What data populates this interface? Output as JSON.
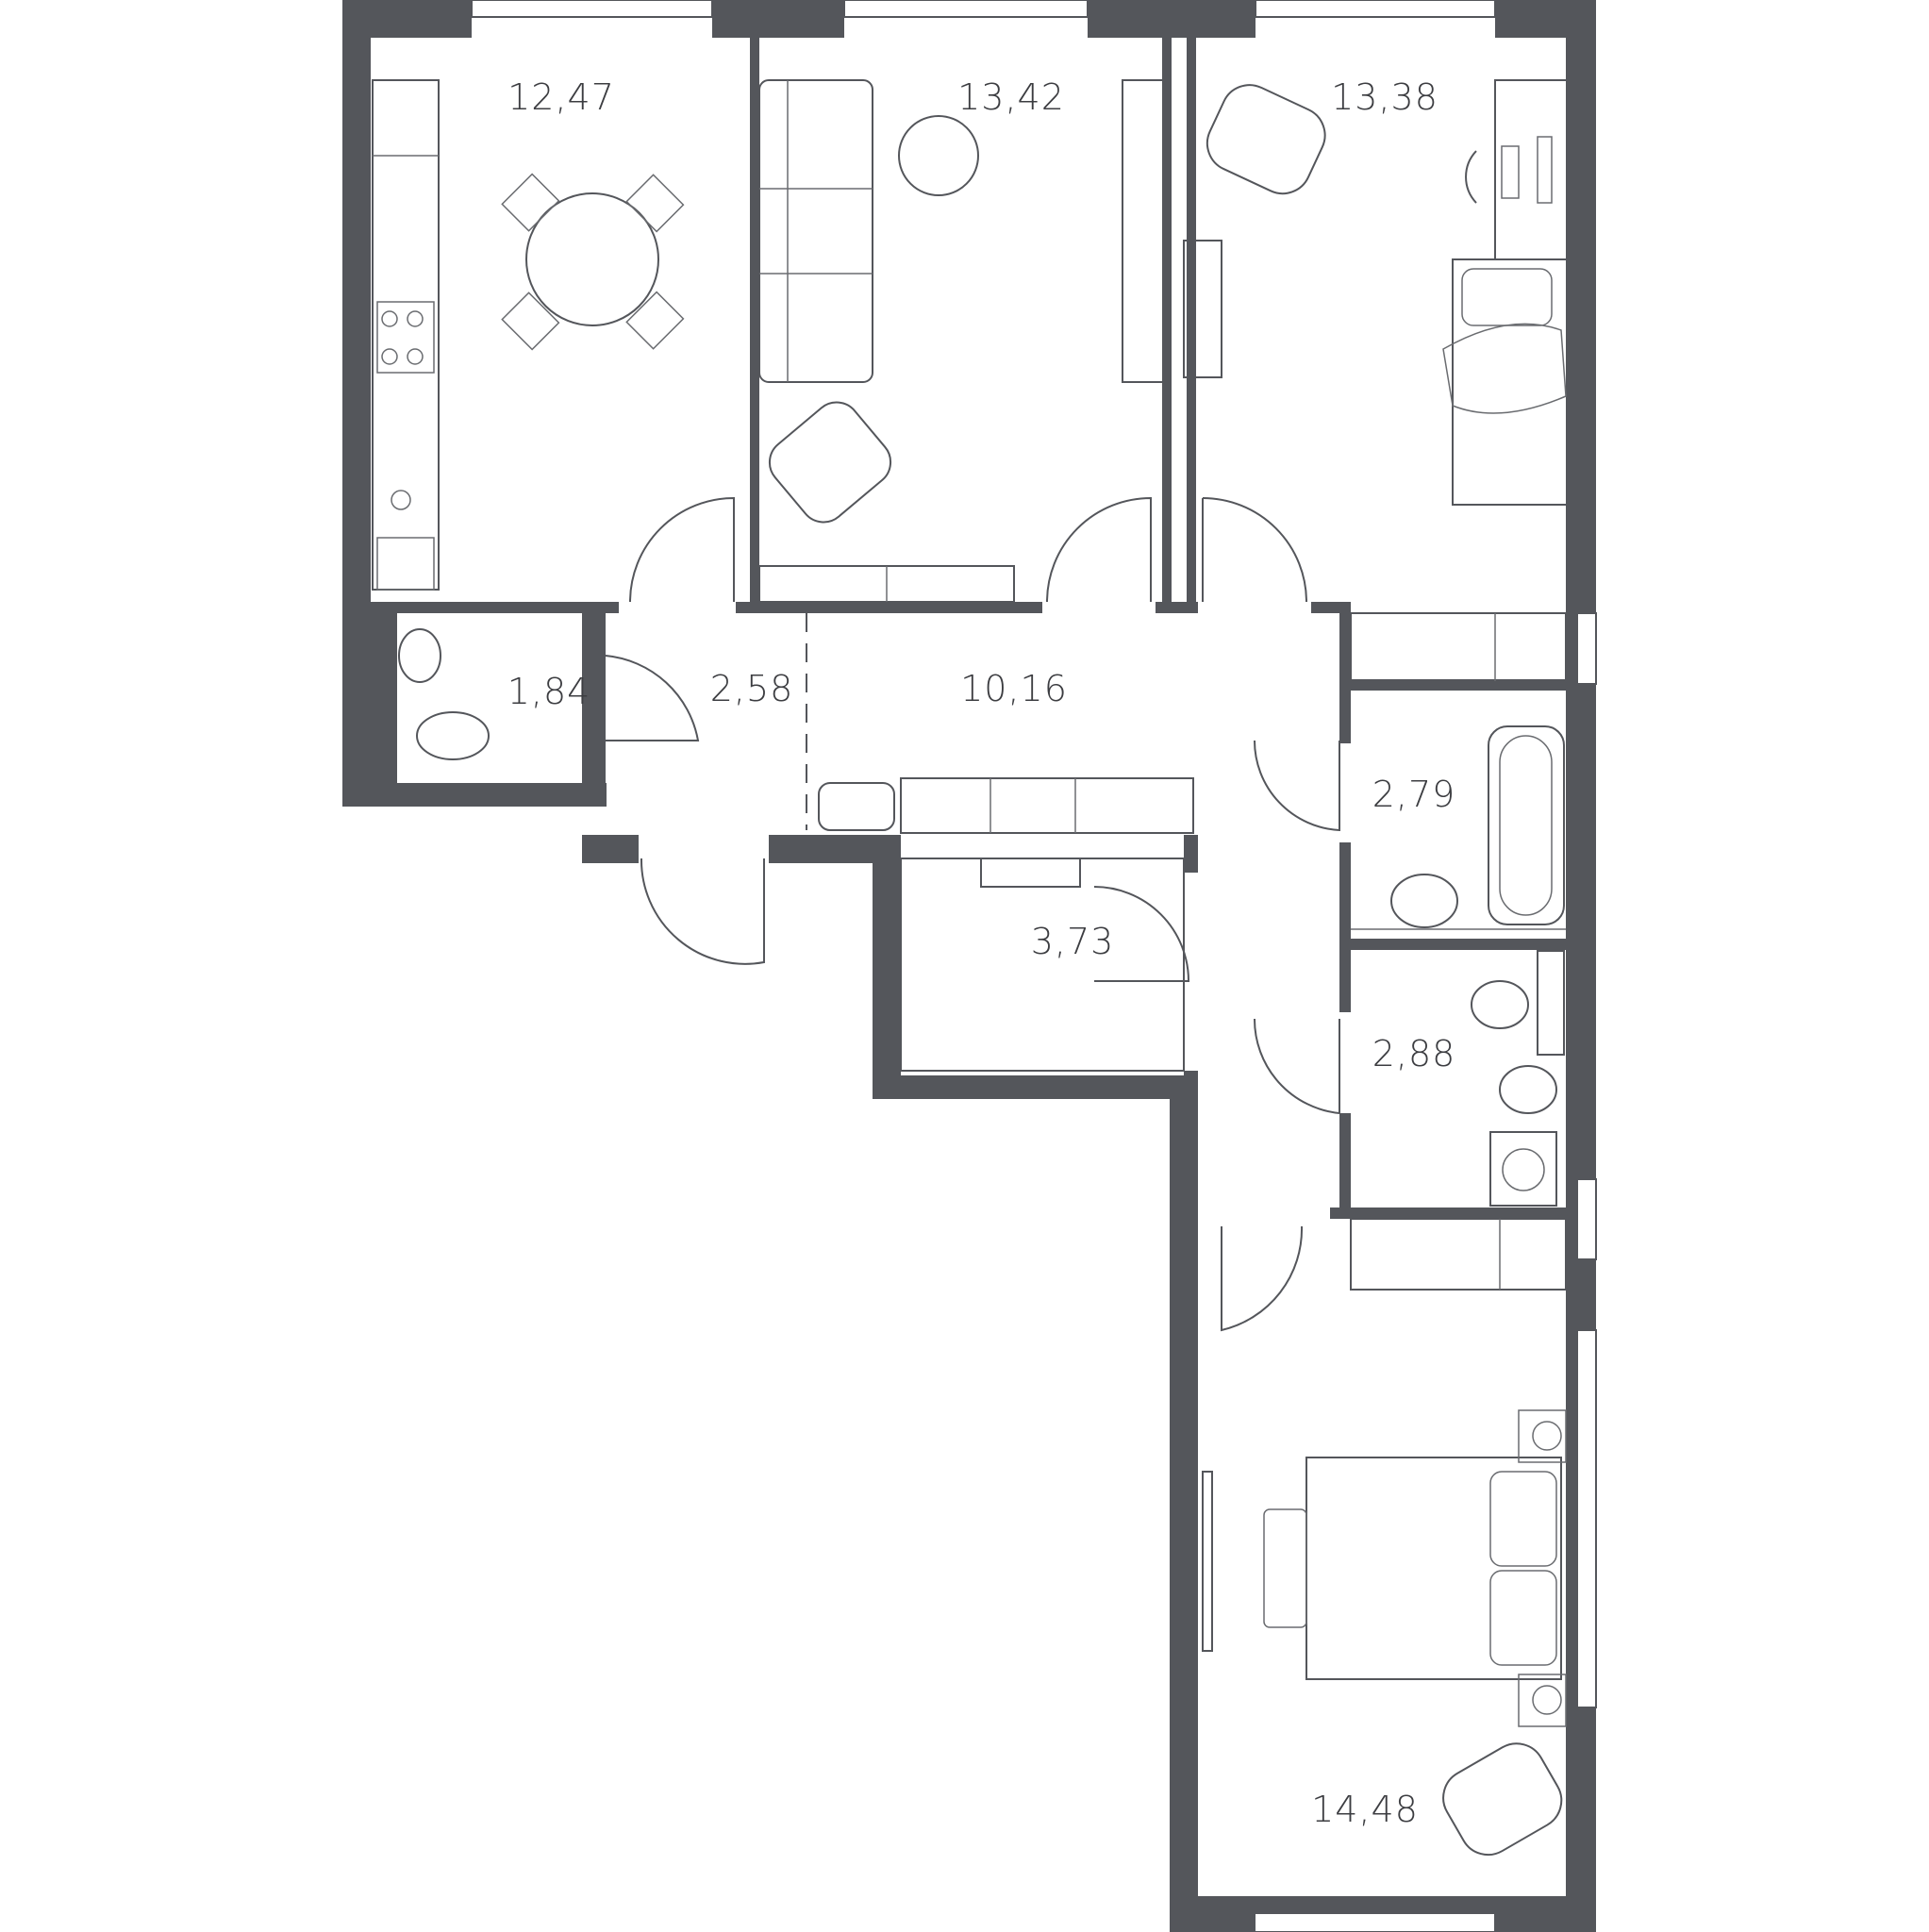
{
  "plan": {
    "wall_color": "#54565b",
    "rooms": [
      {
        "id": "kitchen",
        "area": "12,47"
      },
      {
        "id": "living-room",
        "area": "13,42"
      },
      {
        "id": "bedroom-1",
        "area": "13,38"
      },
      {
        "id": "wc-small",
        "area": "1,84"
      },
      {
        "id": "vestibule",
        "area": "2,58"
      },
      {
        "id": "hallway",
        "area": "10,16"
      },
      {
        "id": "bathroom",
        "area": "2,79"
      },
      {
        "id": "wardrobe",
        "area": "3,73"
      },
      {
        "id": "wc-laundry",
        "area": "2,88"
      },
      {
        "id": "bedroom-2",
        "area": "14,48"
      }
    ]
  }
}
